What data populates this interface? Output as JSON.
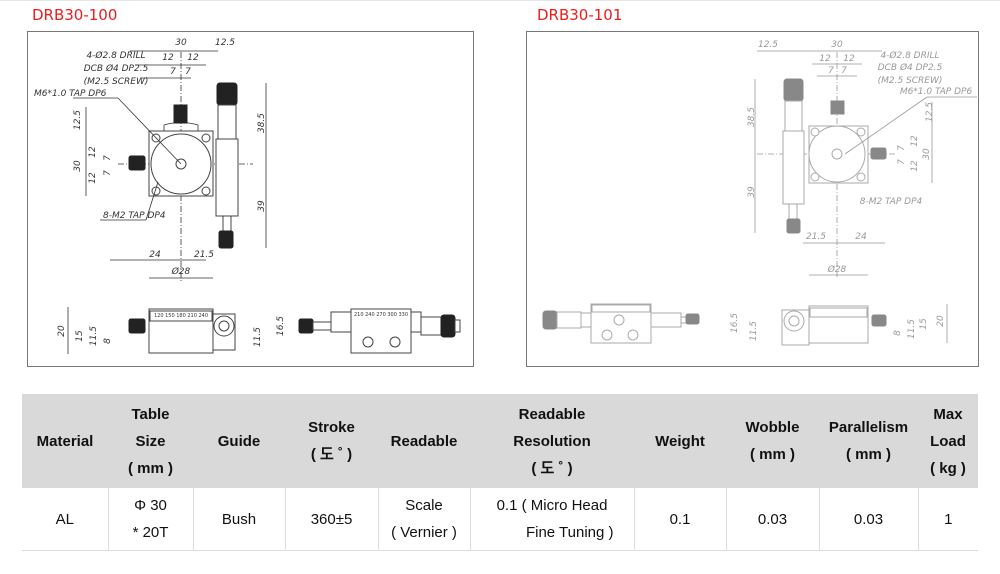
{
  "models": [
    {
      "title": "DRB30-100",
      "labels": {
        "d30": "30",
        "d125": "12.5",
        "d12a": "12",
        "d12b": "12",
        "d7a": "7",
        "d7b": "7",
        "drill": "4-Ø2.8 DRILL",
        "dcb": "DCB Ø4 DP2.5",
        "screw": "(M2.5 SCREW)",
        "tap6": "M6*1.0 TAP DP6",
        "v125": "12.5",
        "v30": "30",
        "v12a": "12",
        "v12b": "12",
        "v7a": "7",
        "v7b": "7",
        "v385": "38.5",
        "v39": "39",
        "tap4": "8-M2 TAP DP4",
        "h24": "24",
        "h215": "21.5",
        "phi28": "Ø28",
        "s20": "20",
        "s15": "15",
        "s115": "11.5",
        "s8": "8",
        "s115b": "11.5",
        "s165": "16.5",
        "scale_side": "120 150 180 210 240",
        "scale_front": "210 240 270 300 330"
      }
    },
    {
      "title": "DRB30-101",
      "labels": {
        "d30": "30",
        "d125": "12.5",
        "d12a": "12",
        "d12b": "12",
        "d7a": "7",
        "d7b": "7",
        "drill": "4-Ø2.8 DRILL",
        "dcb": "DCB Ø4 DP2.5",
        "screw": "(M2.5 SCREW)",
        "tap6": "M6*1.0 TAP DP6",
        "v125": "12.5",
        "v30": "30",
        "v12a": "12",
        "v12b": "12",
        "v7a": "7",
        "v7b": "7",
        "v385": "38.5",
        "v39": "39",
        "tap4": "8-M2 TAP DP4",
        "h24": "24",
        "h215": "21.5",
        "phi28": "Ø28",
        "s20": "20",
        "s15": "15",
        "s115": "11.5",
        "s8": "8",
        "s115b": "11.5",
        "s165": "16.5"
      }
    }
  ],
  "spec_table": {
    "headers": [
      [
        "Material"
      ],
      [
        "Table",
        "Size",
        "( mm )"
      ],
      [
        "Guide"
      ],
      [
        "Stroke",
        "( 도 ˚ )"
      ],
      [
        "Readable"
      ],
      [
        "Readable",
        "Resolution",
        "( 도 ˚ )"
      ],
      [
        "Weight"
      ],
      [
        "Wobble",
        "( mm )"
      ],
      [
        "Parallelism",
        "( mm )"
      ],
      [
        "Max",
        "Load",
        "( kg )"
      ]
    ],
    "row": [
      [
        "AL"
      ],
      [
        "Φ 30",
        "* 20T"
      ],
      [
        "Bush"
      ],
      [
        "360±5"
      ],
      [
        "Scale",
        "( Vernier )"
      ],
      [
        "0.1 ( Micro Head",
        "Fine Tuning )"
      ],
      [
        "0.1"
      ],
      [
        "0.03"
      ],
      [
        "0.03"
      ],
      [
        "1"
      ]
    ]
  }
}
